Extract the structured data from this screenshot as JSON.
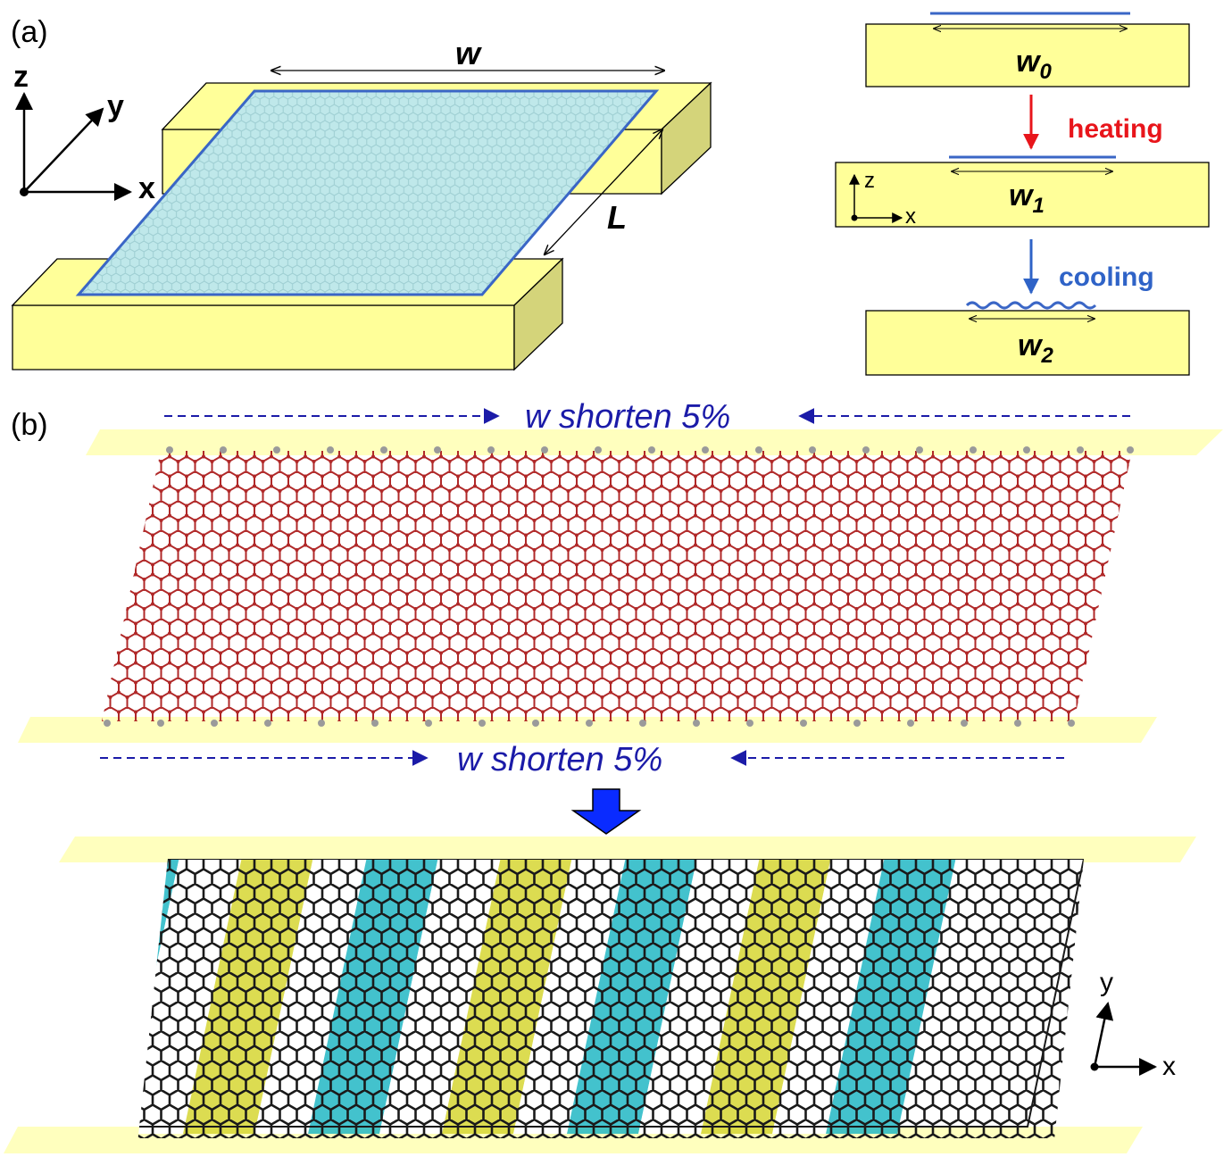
{
  "panel_a": {
    "label": "(a)",
    "axes": {
      "z": "z",
      "y": "y",
      "x": "x"
    },
    "dim_w": "w",
    "dim_L": "L",
    "stages": [
      {
        "label": "w",
        "sub": "0"
      },
      {
        "label": "w",
        "sub": "1"
      },
      {
        "label": "w",
        "sub": "2"
      }
    ],
    "side_axes": {
      "z": "z",
      "x": "x"
    },
    "heating": "heating",
    "cooling": "cooling"
  },
  "panel_b": {
    "label": "(b)",
    "shorten_top": "w shorten 5%",
    "shorten_bottom": "w shorten 5%",
    "axes": {
      "y": "y",
      "x": "x"
    }
  },
  "colors": {
    "substrate_top": "#ffff99",
    "substrate_side": "#d4d47a",
    "graphene_fill": "#bfe8ea",
    "graphene_edge": "#3a66c6",
    "heating": "#e8151b",
    "cooling": "#2f63c7",
    "shorten_text": "#1b1ba8",
    "lattice_red": "#b02828",
    "wrinkle_yellow": "#d6d633",
    "wrinkle_cyan": "#22b7c4",
    "big_arrow": "#0a2bff"
  }
}
